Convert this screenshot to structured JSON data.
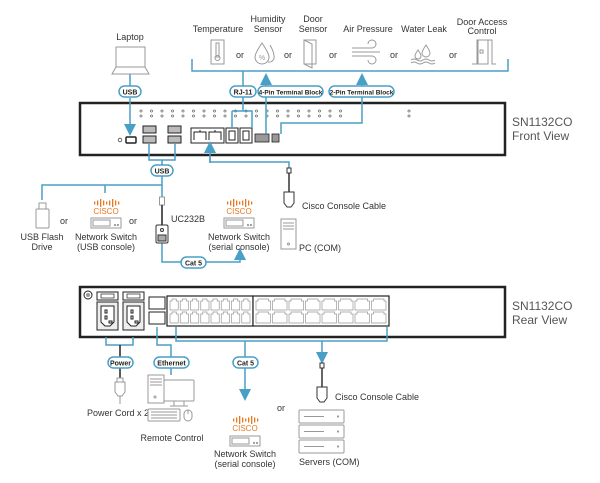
{
  "colors": {
    "line": "#4a9fc6",
    "device": "#222222",
    "icon": "#999999",
    "cisco": "#e87722"
  },
  "front": {
    "device_name": "SN1132CO",
    "view": "Front View"
  },
  "rear": {
    "device_name": "SN1132CO",
    "view": "Rear View"
  },
  "sensors": {
    "items": [
      {
        "label_line1": "",
        "label_line2": "Temperature",
        "icon": "thermometer-icon"
      },
      {
        "label_line1": "Humidity",
        "label_line2": "Sensor",
        "icon": "humidity-icon"
      },
      {
        "label_line1": "Door",
        "label_line2": "Sensor",
        "icon": "door-sensor-icon"
      },
      {
        "label_line1": "",
        "label_line2": "Air Pressure",
        "icon": "wind-icon"
      },
      {
        "label_line1": "",
        "label_line2": "Water Leak",
        "icon": "water-leak-icon"
      },
      {
        "label_line1": "Door Access",
        "label_line2": "Control",
        "icon": "door-access-icon"
      }
    ],
    "or": "or"
  },
  "pills": {
    "usb_laptop": "USB",
    "rj11": "RJ-11",
    "pin4": "4-Pin Terminal Block",
    "pin2": "2-Pin Terminal Block",
    "usb_front": "USB",
    "cat5_front": "Cat 5",
    "power": "Power",
    "ethernet": "Ethernet",
    "cat5_rear": "Cat 5"
  },
  "front_devices": {
    "laptop": "Laptop",
    "usb_flash_1": "USB Flash",
    "usb_flash_2": "Drive",
    "or": "or",
    "cisco": "CISCO",
    "switch_usb_1": "Network Switch",
    "switch_usb_2": "(USB console)",
    "uc232b": "UC232B",
    "switch_serial_1": "Network Switch",
    "switch_serial_2": "(serial console)",
    "console_cable": "Cisco Console Cable",
    "pc_com": "PC (COM)"
  },
  "rear_devices": {
    "power_cord": "Power Cord x 2",
    "remote_control": "Remote Control",
    "cisco": "CISCO",
    "switch_serial_1": "Network Switch",
    "switch_serial_2": "(serial console)",
    "or": "or",
    "console_cable": "Cisco Console Cable",
    "servers": "Servers (COM)"
  }
}
